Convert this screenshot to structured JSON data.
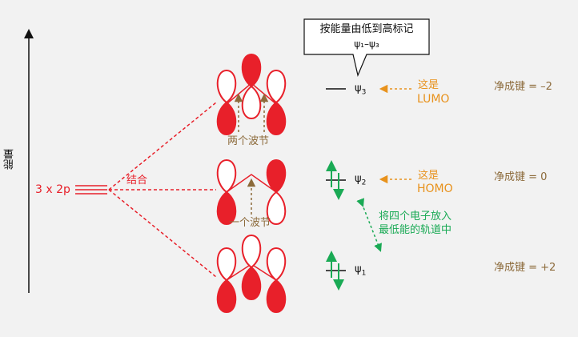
{
  "energy_axis_label": "能量",
  "atomic_orbitals_label": "3 x 2p",
  "combine_label": "结合",
  "callout": {
    "line1": "按能量由低到高标记",
    "line2": "ψ₁–ψ₃"
  },
  "nodes": {
    "psi3": "两个波节",
    "psi2": "一个波节"
  },
  "orbitals": [
    {
      "symbol": "ψ",
      "sub": "3",
      "note_line1": "这是",
      "note_line2": "LUMO",
      "net_bond": "净成键 = –2"
    },
    {
      "symbol": "ψ",
      "sub": "2",
      "note_line1": "这是",
      "note_line2": "HOMO",
      "net_bond": "净成键 = 0"
    },
    {
      "symbol": "ψ",
      "sub": "1",
      "net_bond": "净成键 = +2"
    }
  ],
  "electron_note": {
    "line1": "将四个电子放入",
    "line2": "最低能的轨道中"
  },
  "colors": {
    "lobe": "#e8202a",
    "orange": "#e8921c",
    "brown": "#8c6a3a",
    "green": "#1aaa55",
    "background": "#f2f2f2"
  }
}
